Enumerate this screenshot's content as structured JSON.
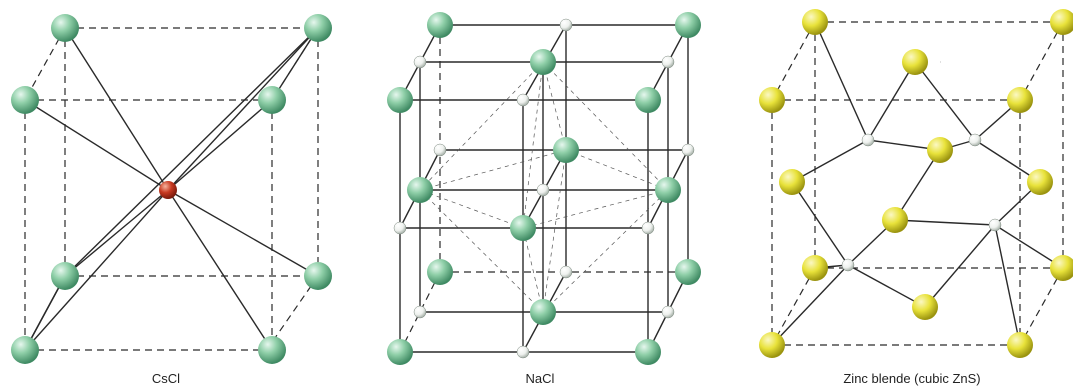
{
  "panels": [
    {
      "name": "cscl",
      "caption": "CsCl"
    },
    {
      "name": "nacl",
      "caption": "NaCl"
    },
    {
      "name": "zincblende",
      "caption": "Zinc blende (cubic ZnS)"
    }
  ],
  "colors": {
    "green_atom": "#8fcfa8",
    "red_atom": "#c83a22",
    "white_atom": "#f2f4f2",
    "yellow_atom": "#e8e23a",
    "bond": "#2a2a2a"
  }
}
